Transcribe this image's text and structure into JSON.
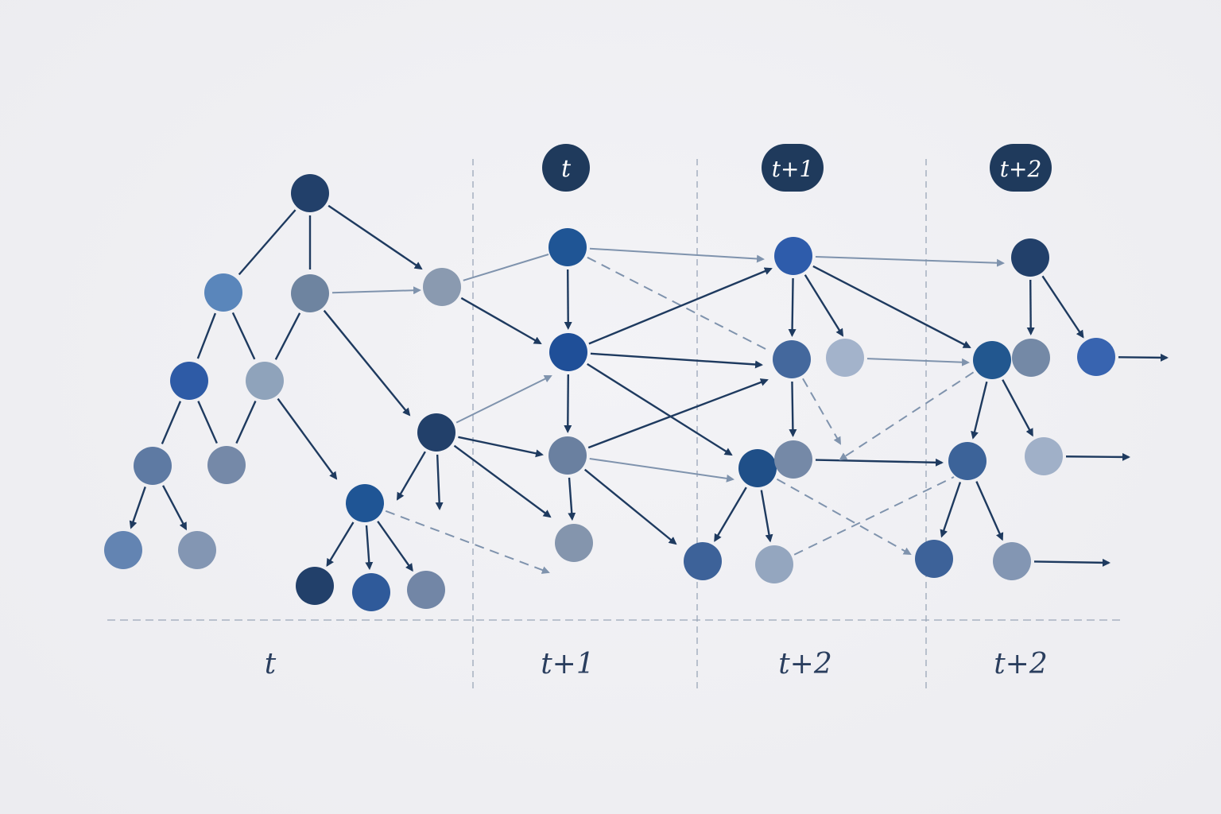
{
  "top_labels": [
    "t",
    "t+1",
    "t+2"
  ],
  "bottom_labels": [
    "t",
    "t+1",
    "t+2",
    "t+2"
  ]
}
